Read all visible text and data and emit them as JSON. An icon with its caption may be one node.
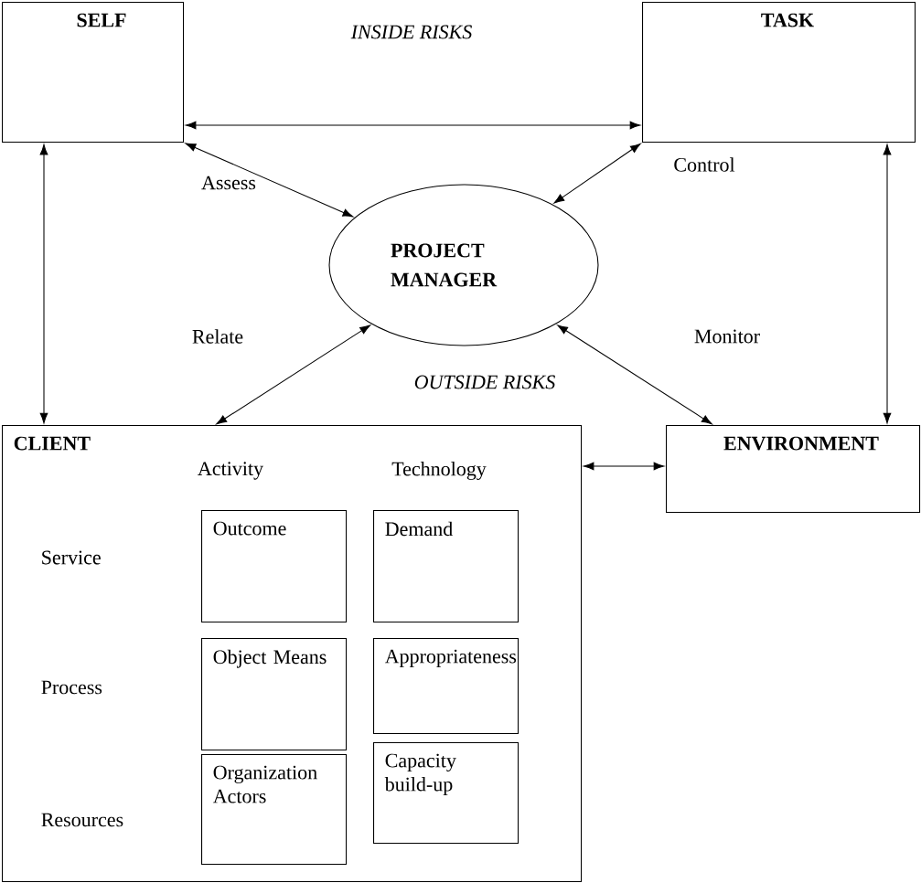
{
  "diagram": {
    "nodes": [
      {
        "text": [
          "SELF"
        ]
      },
      {
        "text": [
          "TASK"
        ]
      },
      {
        "text": [
          "PROJECT MANAGER"
        ]
      },
      {
        "text": [
          "CLIENT"
        ]
      },
      {
        "text": [
          "ENVIRONMENT"
        ]
      },
      {
        "text": [
          "Outcome"
        ],
        "in": 3
      },
      {
        "text": [
          "Demand"
        ],
        "in": 3
      },
      {
        "text": [
          "Object Means"
        ],
        "in": 3
      },
      {
        "text": [
          "Appropriateness"
        ],
        "in": 3
      },
      {
        "text": [
          "Organization Actors"
        ],
        "in": 3
      },
      {
        "text": [
          "Capacity build-up"
        ],
        "in": 3
      }
    ],
    "edges": [
      {
        "from": 0,
        "to": 1,
        "arrow": "both"
      },
      {
        "from": 0,
        "to": 2,
        "arrow": "both",
        "label": "Assess"
      },
      {
        "from": 1,
        "to": 2,
        "arrow": "both",
        "label": "Control"
      },
      {
        "from": 3,
        "to": 2,
        "arrow": "both",
        "label": "Relate"
      },
      {
        "from": 2,
        "to": 4,
        "arrow": "both",
        "label": "Monitor"
      },
      {
        "from": 0,
        "to": 3,
        "arrow": "both"
      },
      {
        "from": 1,
        "to": 4,
        "arrow": "both"
      },
      {
        "from": 3,
        "to": 4,
        "arrow": "both"
      }
    ],
    "labels": [
      "INSIDE RISKS",
      "OUTSIDE RISKS",
      "Activity",
      "Technology",
      "Service",
      "Process",
      "Resources"
    ]
  }
}
